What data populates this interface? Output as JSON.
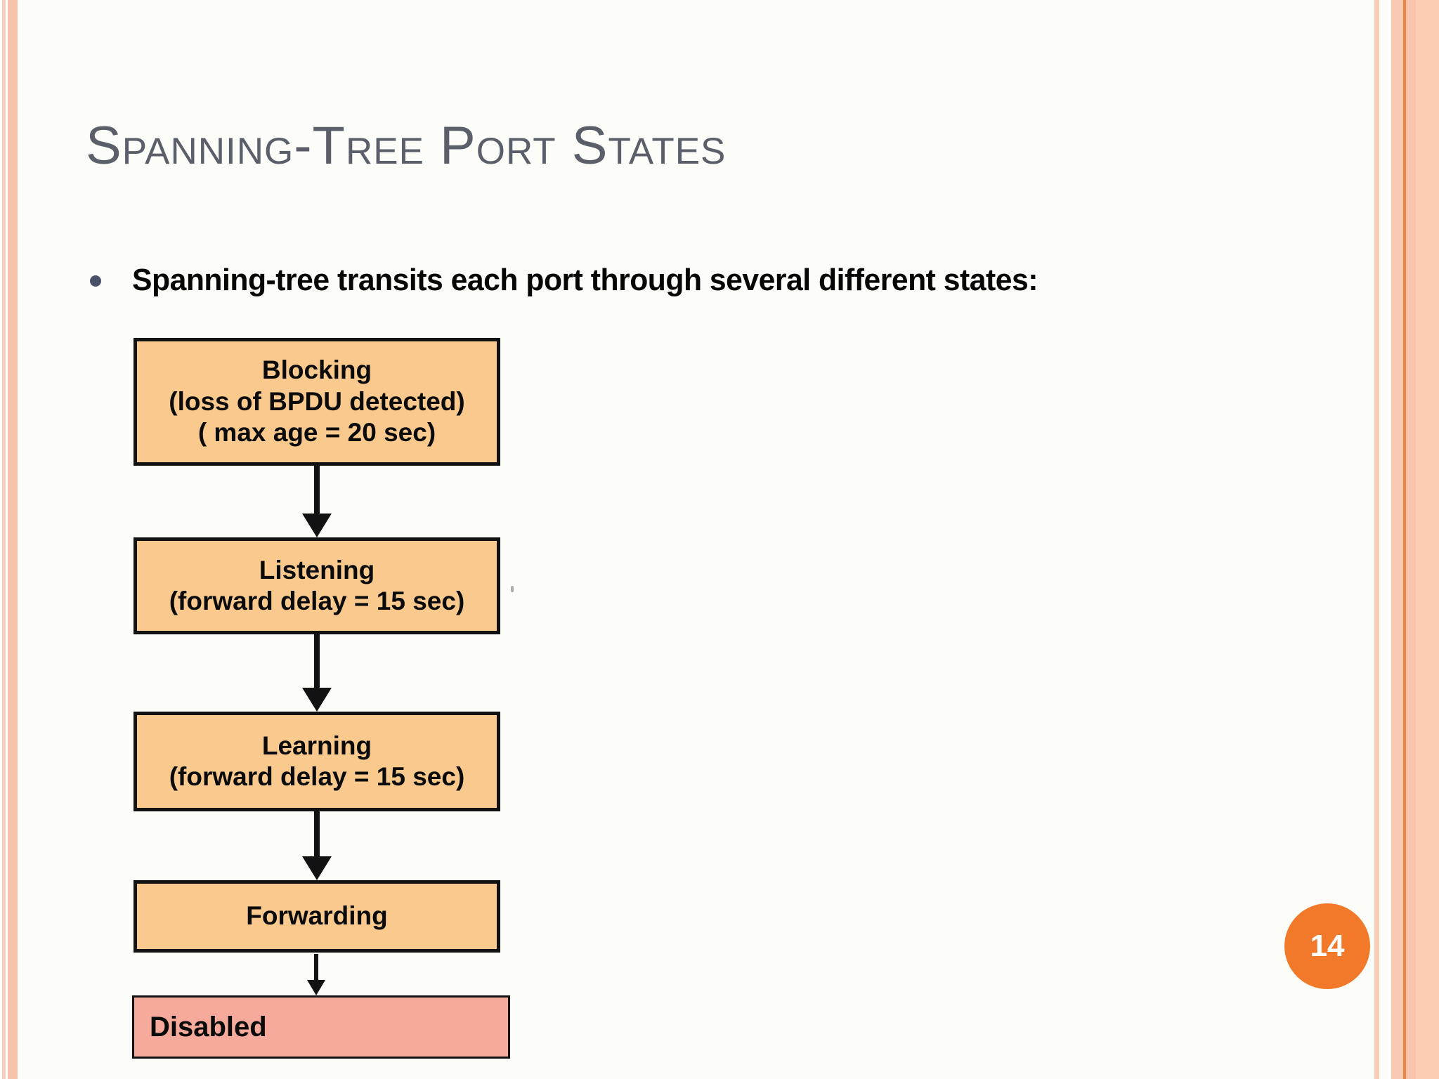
{
  "slide": {
    "title": "Spanning-Tree Port States",
    "bullet": "Spanning-tree transits each port through several different states:",
    "page_number": "14"
  },
  "flowchart": {
    "type": "flowchart",
    "direction": "top-down",
    "nodes": [
      {
        "id": "blocking",
        "lines": [
          "Blocking",
          "(loss of BPDU detected)",
          "( max age = 20 sec)"
        ],
        "fill": "#F9C98E"
      },
      {
        "id": "listening",
        "lines": [
          "Listening",
          "(forward delay = 15 sec)"
        ],
        "fill": "#F9C98E"
      },
      {
        "id": "learning",
        "lines": [
          "Learning",
          "(forward delay = 15 sec)"
        ],
        "fill": "#F9C98E"
      },
      {
        "id": "forwarding",
        "lines": [
          "Forwarding"
        ],
        "fill": "#F9C98E"
      },
      {
        "id": "disabled",
        "lines": [
          "Disabled"
        ],
        "fill": "#F5AA9C"
      }
    ],
    "edges": [
      [
        "blocking",
        "listening"
      ],
      [
        "listening",
        "learning"
      ],
      [
        "learning",
        "forwarding"
      ],
      [
        "forwarding",
        "disabled"
      ]
    ]
  },
  "colors": {
    "slide_background": "#FCFDF9",
    "edge_stripe_light": "#F8CEC0",
    "edge_stripe_salmon": "#F9C3AB",
    "edge_stripe_dark_orange": "#EF8444",
    "title_text": "#5A5F6A",
    "body_text": "#060606",
    "box_border": "#121212",
    "box_orange": "#F9C98E",
    "box_pink": "#F5AA9C",
    "page_badge": "#F3792A"
  }
}
